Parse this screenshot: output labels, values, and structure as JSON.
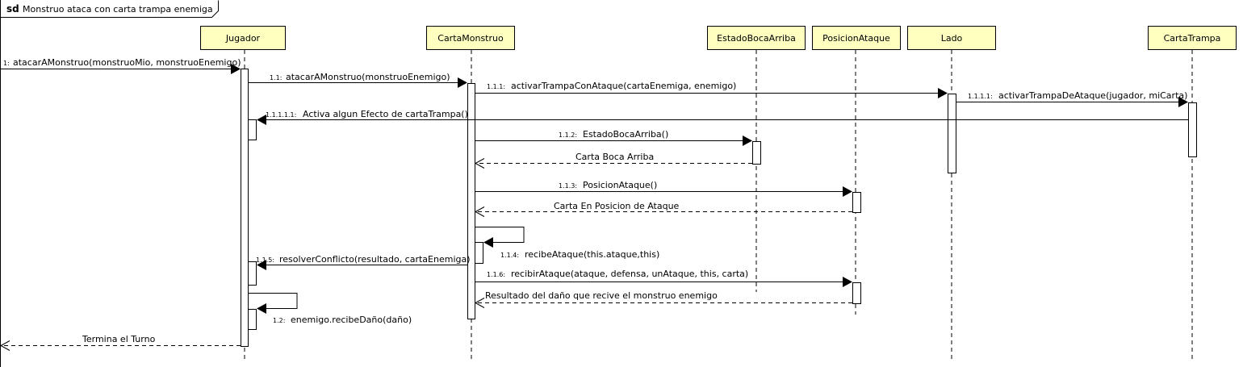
{
  "frame": {
    "keyword": "sd",
    "title": "Monstruo ataca con carta trampa enemiga"
  },
  "participants": {
    "jugador": "Jugador",
    "cartaMonstruo": "CartaMonstruo",
    "estadoBocaArriba": "EstadoBocaArriba",
    "posicionAtaque": "PosicionAtaque",
    "lado": "Lado",
    "cartaTrampa": "CartaTrampa"
  },
  "messages": {
    "m1": {
      "seq": "1:",
      "text": "atacarAMonstruo(monstruoMio, monstruoEnemigo)"
    },
    "m11": {
      "seq": "1.1:",
      "text": "atacarAMonstruo(monstruoEnemigo)"
    },
    "m111": {
      "seq": "1.1.1:",
      "text": "activarTrampaConAtaque(cartaEnemiga, enemigo)"
    },
    "m1111": {
      "seq": "1.1.1.1:",
      "text": "activarTrampaDeAtaque(jugador, miCarta)"
    },
    "m11111": {
      "seq": "1.1.1.1.1:",
      "text": "Activa algun Efecto de cartaTrampa()"
    },
    "m112": {
      "seq": "1.1.2:",
      "text": "EstadoBocaArriba()"
    },
    "r112": {
      "text": "Carta Boca Arriba"
    },
    "m113": {
      "seq": "1.1.3:",
      "text": "PosicionAtaque()"
    },
    "r113": {
      "text": "Carta En Posicion de Ataque"
    },
    "m114": {
      "seq": "1.1.4:",
      "text": "recibeAtaque(this.ataque,this)"
    },
    "m115": {
      "seq": "1.1.5:",
      "text": "resolverConflicto(resultado, cartaEnemiga)"
    },
    "m116": {
      "seq": "1.1.6:",
      "text": "recibirAtaque(ataque, defensa, unAtaque, this, carta)"
    },
    "r116": {
      "text": "Resultado del daño que recive el monstruo enemigo"
    },
    "m12": {
      "seq": "1.2:",
      "text": "enemigo.recibeDaño(daño)"
    },
    "r1": {
      "text": "Termina el Turno"
    }
  }
}
